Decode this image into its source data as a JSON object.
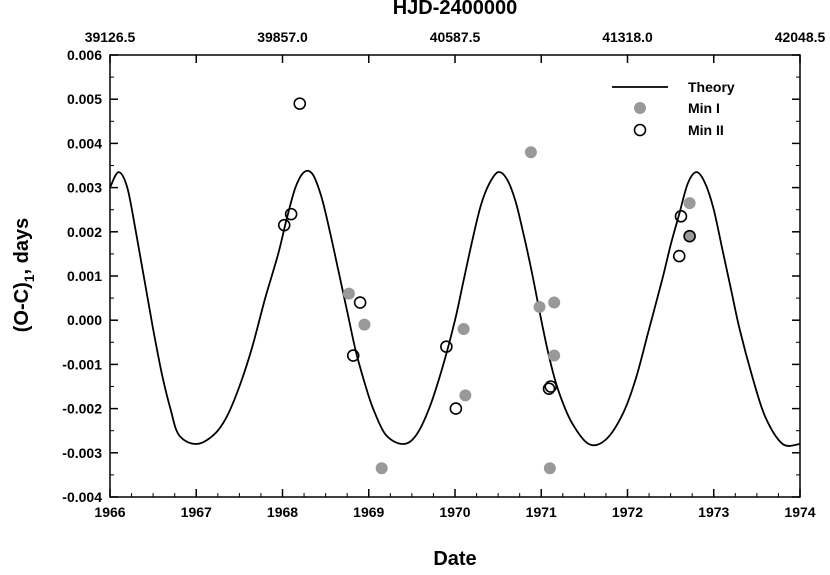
{
  "chart_data": {
    "type": "scatter",
    "x_axis": {
      "label": "Date",
      "range": [
        1966,
        1974
      ],
      "ticks": [
        1966,
        1967,
        1968,
        1969,
        1970,
        1971,
        1972,
        1973,
        1974
      ]
    },
    "x2_axis": {
      "label": "HJD-2400000",
      "range": [
        39126.5,
        42048.5
      ],
      "ticks": [
        "39126.5",
        "39857.0",
        "40587.5",
        "41318.0",
        "42048.5"
      ]
    },
    "y_axis": {
      "label_main": "(O-C)",
      "label_sub": "1",
      "label_tail": ", days",
      "range": [
        -0.004,
        0.006
      ],
      "ticks": [
        "-0.004",
        "-0.003",
        "-0.002",
        "-0.001",
        "0.000",
        "0.001",
        "0.002",
        "0.003",
        "0.004",
        "0.005",
        "0.006"
      ]
    },
    "legend": {
      "position": "top-right",
      "entries": [
        "Theory",
        "Min I",
        "Min II"
      ]
    },
    "series": [
      {
        "name": "Theory",
        "type": "line",
        "color": "#000000",
        "x": [
          1966.0,
          1966.1,
          1966.2,
          1966.3,
          1966.4,
          1966.5,
          1966.6,
          1966.7,
          1966.8,
          1967.0,
          1967.2,
          1967.35,
          1967.5,
          1967.65,
          1967.8,
          1967.95,
          1968.05,
          1968.15,
          1968.25,
          1968.35,
          1968.45,
          1968.55,
          1968.65,
          1968.75,
          1968.85,
          1968.95,
          1969.05,
          1969.2,
          1969.4,
          1969.55,
          1969.7,
          1969.85,
          1970.0,
          1970.1,
          1970.2,
          1970.3,
          1970.4,
          1970.5,
          1970.6,
          1970.7,
          1970.8,
          1970.9,
          1971.0,
          1971.1,
          1971.2,
          1971.35,
          1971.55,
          1971.75,
          1971.95,
          1972.1,
          1972.25,
          1972.4,
          1972.5,
          1972.6,
          1972.7,
          1972.8,
          1972.9,
          1973.0,
          1973.1,
          1973.2,
          1973.3,
          1973.45,
          1973.6,
          1973.8,
          1974.0
        ],
        "y": [
          0.003,
          0.00335,
          0.003,
          0.002,
          0.0009,
          -0.0002,
          -0.0012,
          -0.002,
          -0.0026,
          -0.0028,
          -0.0026,
          -0.0022,
          -0.0015,
          -0.0006,
          0.0005,
          0.0015,
          0.0023,
          0.003,
          0.00335,
          0.0033,
          0.0028,
          0.002,
          0.0011,
          0.0002,
          -0.0007,
          -0.0014,
          -0.002,
          -0.0026,
          -0.0028,
          -0.0026,
          -0.002,
          -0.0011,
          0.0,
          0.0009,
          0.0018,
          0.0026,
          0.0031,
          0.00335,
          0.0032,
          0.0027,
          0.0019,
          0.001,
          0.0,
          -0.0009,
          -0.0016,
          -0.0023,
          -0.0028,
          -0.0027,
          -0.0021,
          -0.0013,
          -0.0002,
          0.0009,
          0.0017,
          0.0024,
          0.0031,
          0.00335,
          0.0031,
          0.0025,
          0.0016,
          0.0007,
          -0.0002,
          -0.0013,
          -0.0022,
          -0.0028,
          -0.0028
        ]
      },
      {
        "name": "Min I",
        "type": "scatter",
        "marker": "filled",
        "color": "#999999",
        "x": [
          1968.77,
          1968.95,
          1969.15,
          1970.1,
          1970.12,
          1970.88,
          1970.98,
          1971.1,
          1971.15,
          1971.15,
          1972.72,
          1972.72
        ],
        "y": [
          0.0006,
          -0.0001,
          -0.00335,
          -0.0002,
          -0.0017,
          0.0038,
          0.0003,
          -0.00335,
          0.0004,
          -0.0008,
          0.00265,
          0.0019
        ]
      },
      {
        "name": "Min II",
        "type": "scatter",
        "marker": "open",
        "color": "#000000",
        "x": [
          1968.02,
          1968.1,
          1968.2,
          1968.82,
          1968.9,
          1969.9,
          1970.01,
          1971.09,
          1971.11,
          1972.6,
          1972.62,
          1972.72
        ],
        "y": [
          0.00215,
          0.0024,
          0.0049,
          -0.0008,
          0.0004,
          -0.0006,
          -0.002,
          -0.00155,
          -0.0015,
          0.00145,
          0.00235,
          0.0019
        ]
      }
    ]
  }
}
